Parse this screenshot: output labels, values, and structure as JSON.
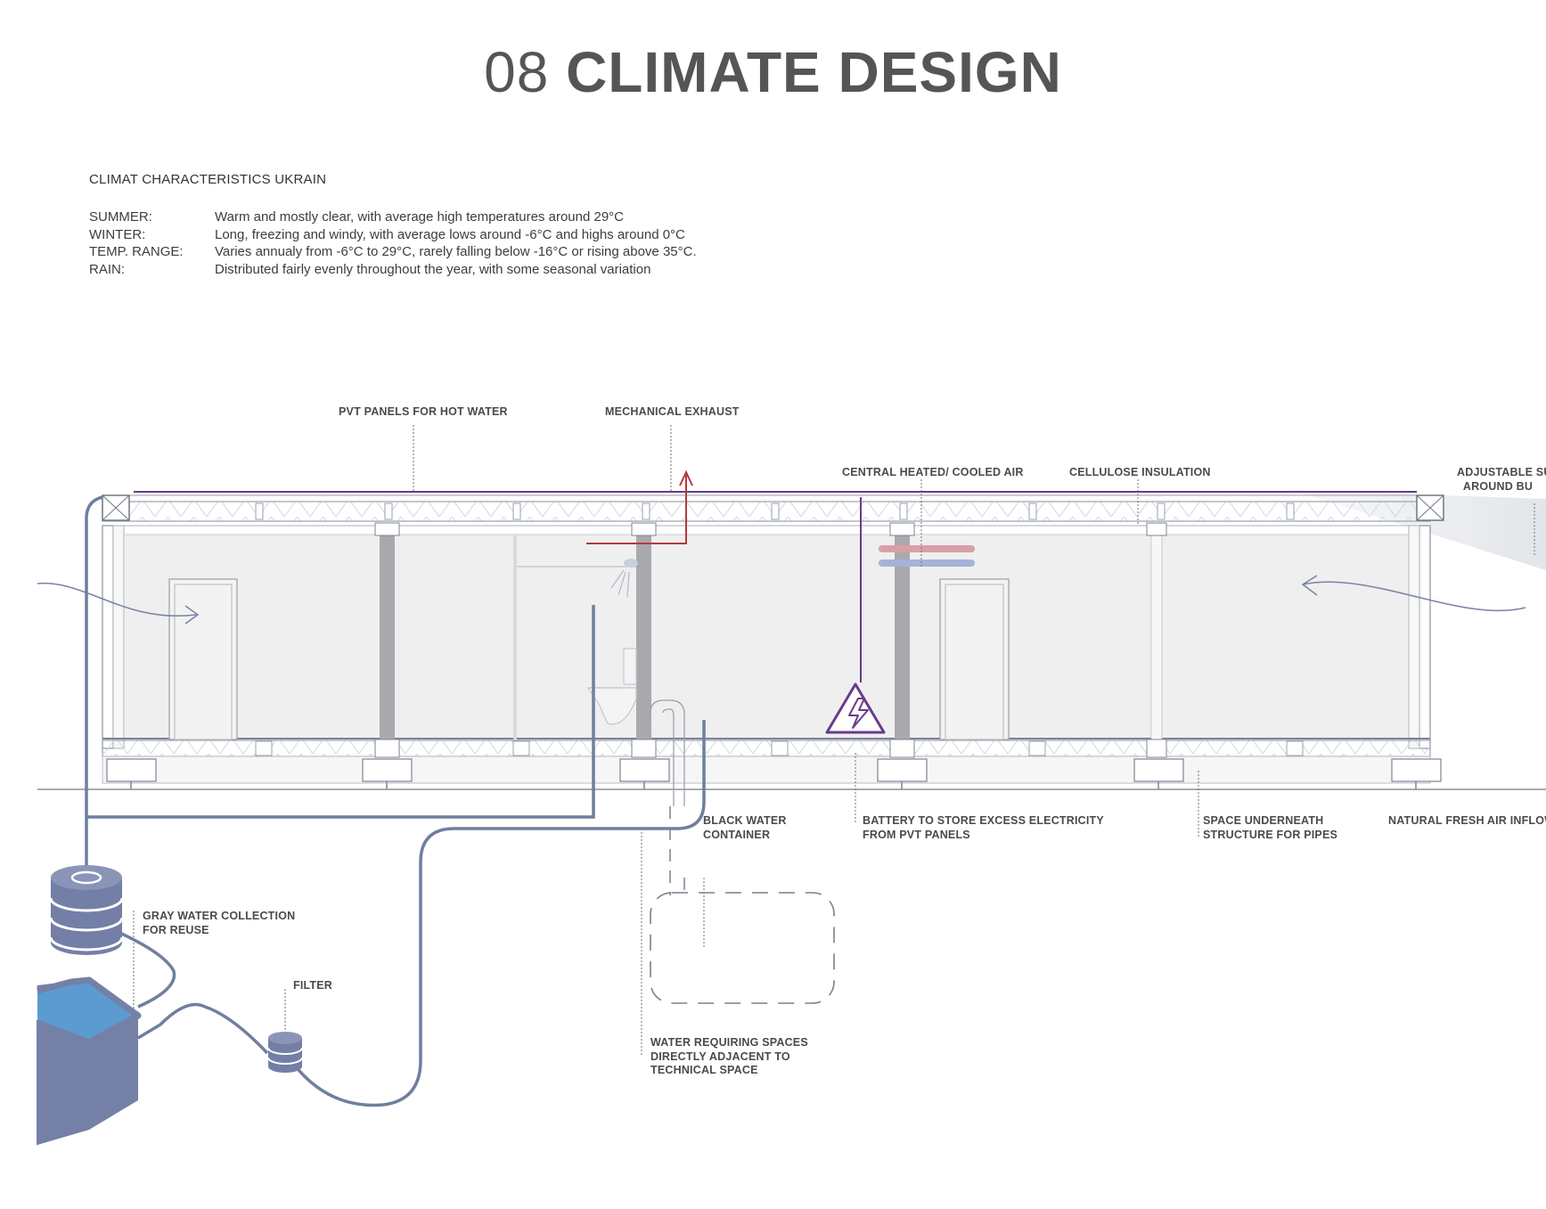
{
  "title": {
    "number": "08",
    "text": "CLIMATE DESIGN"
  },
  "climate": {
    "heading": "CLIMAT CHARACTERISTICS UKRAIN",
    "rows": [
      {
        "key": "SUMMER:",
        "value": "Warm and mostly clear, with average high temperatures around 29°C"
      },
      {
        "key": "WINTER:",
        "value": "Long, freezing and windy, with average lows around -6°C and highs around 0°C"
      },
      {
        "key": "TEMP. RANGE:",
        "value": "Varies annualy from -6°C to 29°C, rarely falling below -16°C or rising above 35°C."
      },
      {
        "key": "RAIN:",
        "value": "Distributed fairly evenly throughout the year, with some seasonal variation"
      }
    ]
  },
  "labels": {
    "pvt": "PVT PANELS FOR HOT WATER",
    "exhaust": "MECHANICAL EXHAUST",
    "central_air": "CENTRAL HEATED/ COOLED AIR",
    "insulation": "CELLULOSE INSULATION",
    "sunshade": "ADJUSTABLE SU\n  AROUND BU",
    "black_water": "BLACK WATER\nCONTAINER",
    "battery": "BATTERY TO STORE EXCESS ELECTRICITY\nFROM PVT PANELS",
    "space_under": "SPACE UNDERNEATH\nSTRUCTURE FOR PIPES",
    "fresh_air": "NATURAL FRESH AIR INFLOW",
    "gray_water": "GRAY WATER COLLECTION\nFOR REUSE",
    "filter": "FILTER",
    "water_spaces": "WATER REQUIRING SPACES\nDIRECTLY ADJACENT TO\nTECHNICAL SPACE"
  },
  "colors": {
    "pipe": "#6f7f9f",
    "exhaust": "#b33a3a",
    "electric": "#6a3a8a",
    "warm_duct": "#d9a0a6",
    "cool_duct": "#a7b3d6",
    "water": "#5b9bd0",
    "tank": "#7480a6"
  },
  "icons": [
    "warning-electric-icon",
    "gray-water-tank-icon",
    "filter-icon",
    "cistern-icon",
    "shower-icon",
    "toilet-icon",
    "door-icon"
  ]
}
